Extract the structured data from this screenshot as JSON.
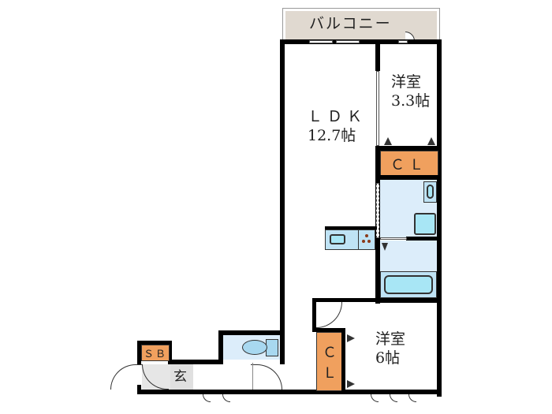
{
  "floorplan": {
    "balcony": {
      "label": "バルコニー",
      "color": "#e0d9d0"
    },
    "ldk": {
      "name": "ＬＤＫ",
      "size": "12.7帖"
    },
    "western_room_small": {
      "name": "洋室",
      "size": "3.3帖"
    },
    "western_room_large": {
      "name": "洋室",
      "size": "6帖"
    },
    "closet_small": {
      "label": "ＣＬ"
    },
    "closet_large": {
      "label_top": "Ｃ",
      "label_bottom": "Ｌ"
    },
    "shoe_box": {
      "label": "ＳＢ"
    },
    "entrance": {
      "label": "玄"
    },
    "colors": {
      "wall": "#000000",
      "closet": "#f0a05e",
      "wet_area": "#dcedfa",
      "fixture": "#a8e6f5",
      "entrance_floor": "#e0e0e0",
      "burner": "#8b3a1a"
    }
  }
}
